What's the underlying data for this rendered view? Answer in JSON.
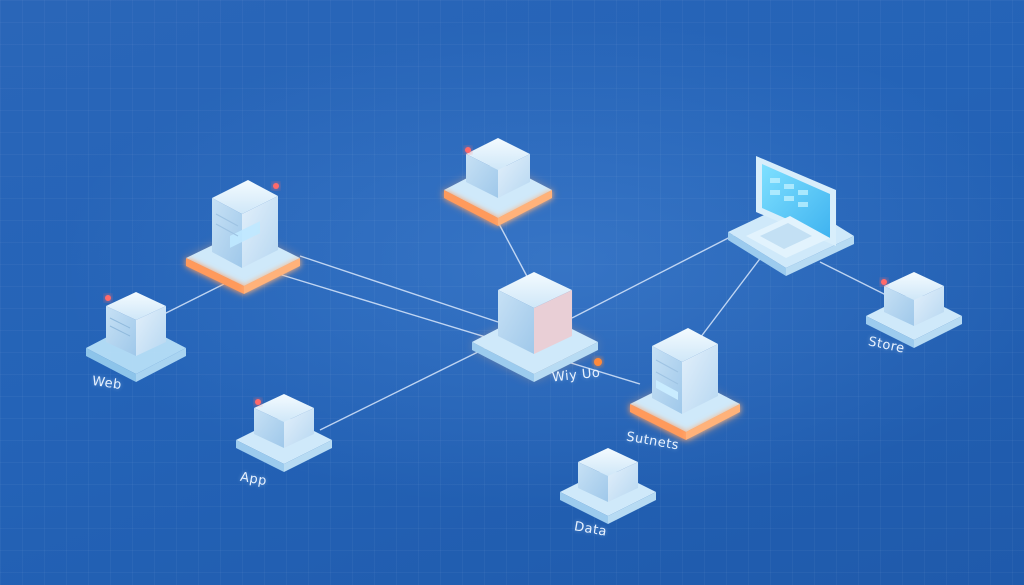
{
  "labels": {
    "web": "Web",
    "app": "App",
    "hub": "Wiy Uo",
    "subnet": "Sutnets",
    "store": "Store",
    "data": "Data"
  },
  "colors": {
    "background": "#2463b7",
    "node_face": "#dff0fb",
    "glow_accent": "#ff8a4a",
    "link_line": "#e4efff"
  },
  "icons": {
    "server": "server-rack-icon",
    "cube": "cube-node-icon",
    "laptop": "laptop-icon"
  }
}
